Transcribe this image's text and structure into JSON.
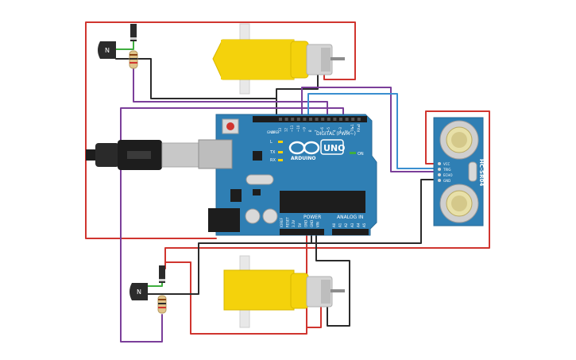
{
  "board": {
    "brand": "ARDUINO",
    "model": "UNO",
    "digital_label": "DIGITAL (PWM~)",
    "power_label": "POWER",
    "analog_label": "ANALOG IN",
    "on_label": "ON",
    "led_l": "L",
    "led_tx": "TX",
    "led_rx": "RX",
    "aref_label": "AREF",
    "gnd_label": "GND",
    "digital_pins": [
      "13",
      "12",
      "~11",
      "~10",
      "~9",
      "8",
      "7",
      "~6",
      "~5",
      "4",
      "~3",
      "2",
      "TX▸1",
      "RX◂0"
    ],
    "power_pins": [
      "IOREF",
      "RESET",
      "3.3V",
      "5V",
      "GND",
      "GND",
      "VIN"
    ],
    "analog_pins": [
      "A0",
      "A1",
      "A2",
      "A3",
      "A4",
      "A5"
    ]
  },
  "sensor": {
    "model": "HC-SR04",
    "pins": [
      "VCC",
      "TRIG",
      "ECHO",
      "GND"
    ]
  },
  "transistors": {
    "top_label": "N",
    "bottom_label": "N"
  },
  "colors": {
    "pcb": "#2f7fb4",
    "wire_red": "#d0352f",
    "wire_black": "#2b2b2b",
    "wire_purple": "#7b3f9a",
    "wire_blue": "#3a8fd0",
    "wire_green": "#3fae3f",
    "motor_yellow": "#f4d20c"
  }
}
